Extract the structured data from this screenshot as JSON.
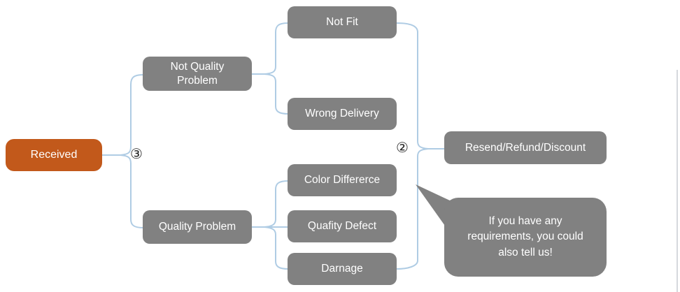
{
  "nodes": {
    "received": "Received",
    "not_quality_problem": "Not Quality Problem",
    "not_fit": "Not Fit",
    "wrong_delivery": "Wrong Delivery",
    "quality_problem": "Quality Problem",
    "color_difference": "Color Differerce",
    "quality_defect": "Quafity Defect",
    "damage": "Darnage",
    "resolution": "Resend/Refund/Discount"
  },
  "annotations": {
    "left_branch_number": "③",
    "right_branch_number": "②"
  },
  "callout": {
    "text": "If you have any requirements, you could also tell us!"
  },
  "colors": {
    "root_fill": "#C2591B",
    "node_fill": "#818181",
    "connector": "#AFCCE4",
    "node_text": "#FFFFFF"
  }
}
